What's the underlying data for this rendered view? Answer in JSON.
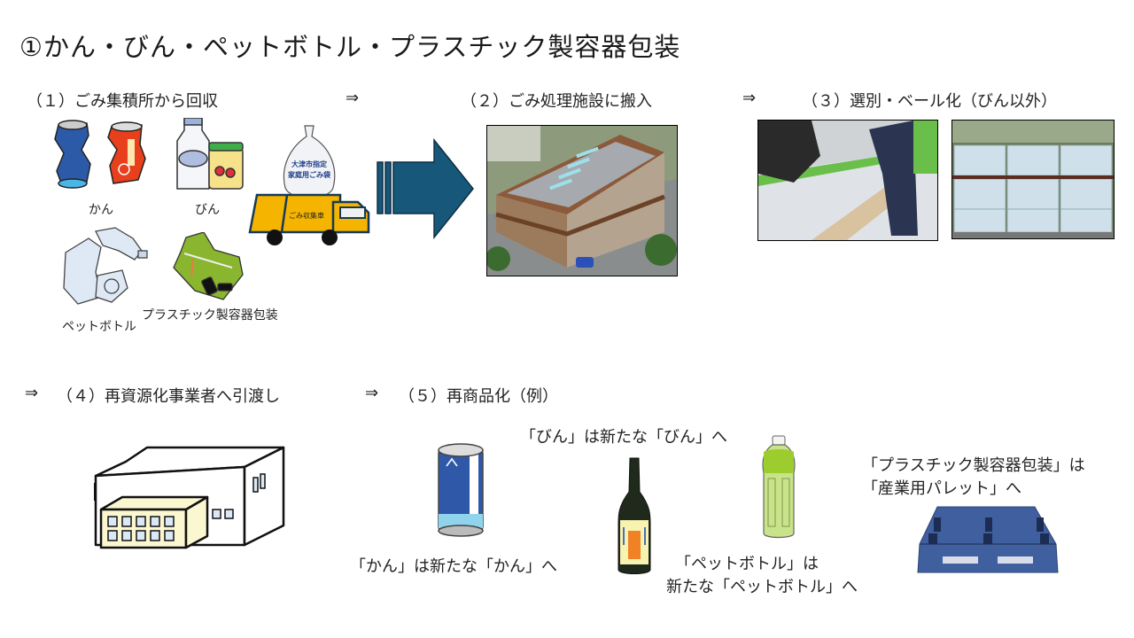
{
  "page": {
    "title": "①かん・びん・ペットボトル・プラスチック製容器包装"
  },
  "steps": [
    {
      "label": "（１）ごみ集積所から回収"
    },
    {
      "label": "（２）ごみ処理施設に搬入"
    },
    {
      "label": "（３）選別・ベール化（びん以外）"
    },
    {
      "label": "（４）再資源化事業者へ引渡し"
    },
    {
      "label": "（５）再商品化（例）"
    }
  ],
  "arrows": {
    "symbol": "⇒"
  },
  "collection": {
    "items": [
      {
        "label": "かん",
        "icon": "crushed-cans-icon"
      },
      {
        "label": "びん",
        "icon": "glass-bottles-icon"
      },
      {
        "label": "ペットボトル",
        "icon": "crushed-pet-bottle-icon"
      },
      {
        "label": "プラスチック製容器包装",
        "icon": "plastic-packaging-icon"
      }
    ],
    "bag_text": [
      "大津市指定",
      "家庭用ごみ袋"
    ],
    "truck_text": "ごみ収集車"
  },
  "recycling_examples": {
    "can": "「かん」は新たな「かん」へ",
    "bottle": "「びん」は新たな「びん」へ",
    "pet": [
      "「ペットボトル」は",
      "新たな「ペットボトル」へ"
    ],
    "plastic": [
      "「プラスチック製容器包装」は",
      "「産業用パレット」へ"
    ]
  },
  "colors": {
    "big_arrow": "#17587a",
    "truck": "#f5b400",
    "truck_outline": "#173a54",
    "building_brown": "#8a5a3a",
    "building_cream": "#fbf7d0",
    "pallet": "#3f5f9e",
    "conveyor_green": "#6abf4b"
  }
}
